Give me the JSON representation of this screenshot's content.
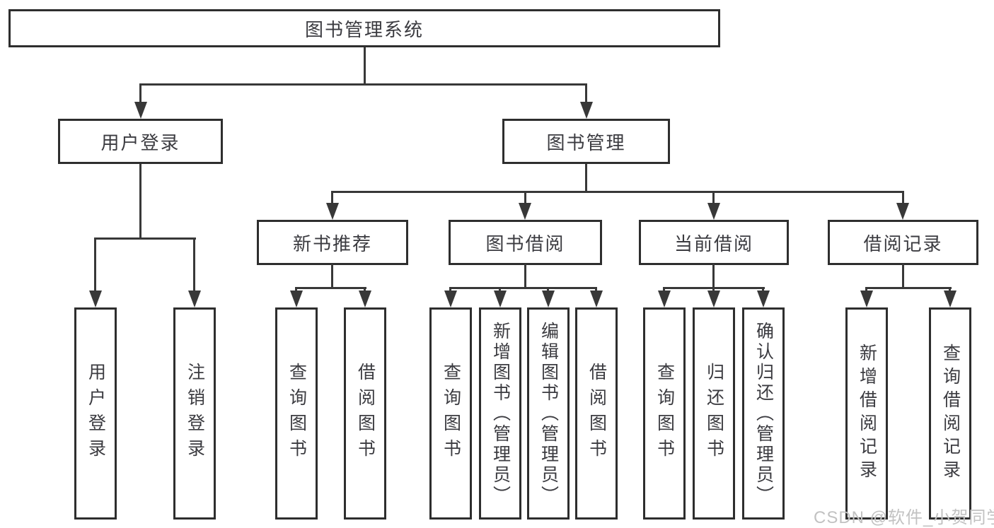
{
  "diagram": {
    "type": "hierarchy-tree",
    "tree": {
      "label": "图书管理系统",
      "children": [
        {
          "label": "用户登录",
          "children": [
            {
              "label": "用户登录"
            },
            {
              "label": "注销登录"
            }
          ]
        },
        {
          "label": "图书管理",
          "children": [
            {
              "label": "新书推荐",
              "children": [
                {
                  "label": "查询图书"
                },
                {
                  "label": "借阅图书"
                }
              ]
            },
            {
              "label": "图书借阅",
              "children": [
                {
                  "label": "查询图书"
                },
                {
                  "label": "新增图书（管理员）"
                },
                {
                  "label": "编辑图书（管理员）"
                },
                {
                  "label": "借阅图书"
                }
              ]
            },
            {
              "label": "当前借阅",
              "children": [
                {
                  "label": "查询图书"
                },
                {
                  "label": "归还图书"
                },
                {
                  "label": "确认归还（管理员）"
                }
              ]
            },
            {
              "label": "借阅记录",
              "children": [
                {
                  "label": "新增借阅记录"
                },
                {
                  "label": "查询借阅记录"
                }
              ]
            }
          ]
        }
      ]
    },
    "watermark": "CSDN @软件_小贺同学",
    "colors": {
      "line": "#383838",
      "box_border": "#2e2e2e",
      "text": "#3b3b40",
      "watermark": "#c2c2c2",
      "background": "#ffffff"
    }
  }
}
